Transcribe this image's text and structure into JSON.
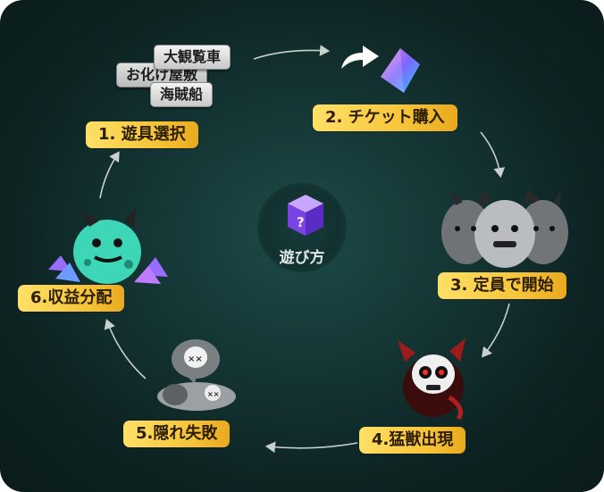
{
  "center": {
    "label": "遊び方",
    "icon": "mystery-box-icon"
  },
  "rides": [
    "お化け屋敷",
    "大観覧車",
    "海賊船"
  ],
  "steps": {
    "s1": "1. 遊具選択",
    "s2": "2. チケット購入",
    "s3": "3. 定員で開始",
    "s4": "4.猛獣出現",
    "s5": "5.隠れ失敗",
    "s6": "6.収益分配"
  },
  "colors": {
    "step_badge": "#f6c338",
    "arrow": "#c8d0d0",
    "background": "#143534"
  }
}
